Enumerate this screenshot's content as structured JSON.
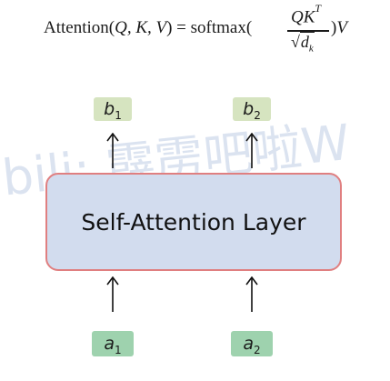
{
  "formula": {
    "lhs_name": "Attention(",
    "lhs_args": "Q, K, V",
    "lhs_close": ") = softmax(",
    "num": "QK",
    "num_sup": "T",
    "den_var": "d",
    "den_sub": "k",
    "tail_close": ")",
    "tail_var": "V"
  },
  "outputs": [
    {
      "var": "b",
      "sub": "1"
    },
    {
      "var": "b",
      "sub": "2"
    }
  ],
  "layer": {
    "label": "Self-Attention Layer"
  },
  "inputs": [
    {
      "var": "a",
      "sub": "1"
    },
    {
      "var": "a",
      "sub": "2"
    }
  ],
  "watermark": "bili: 霹雳吧啦W",
  "colors": {
    "layer_fill": "#d2dcee",
    "layer_border": "#e07f80",
    "output_fill": "#d6e4c0",
    "input_fill": "#9ed2ae"
  }
}
